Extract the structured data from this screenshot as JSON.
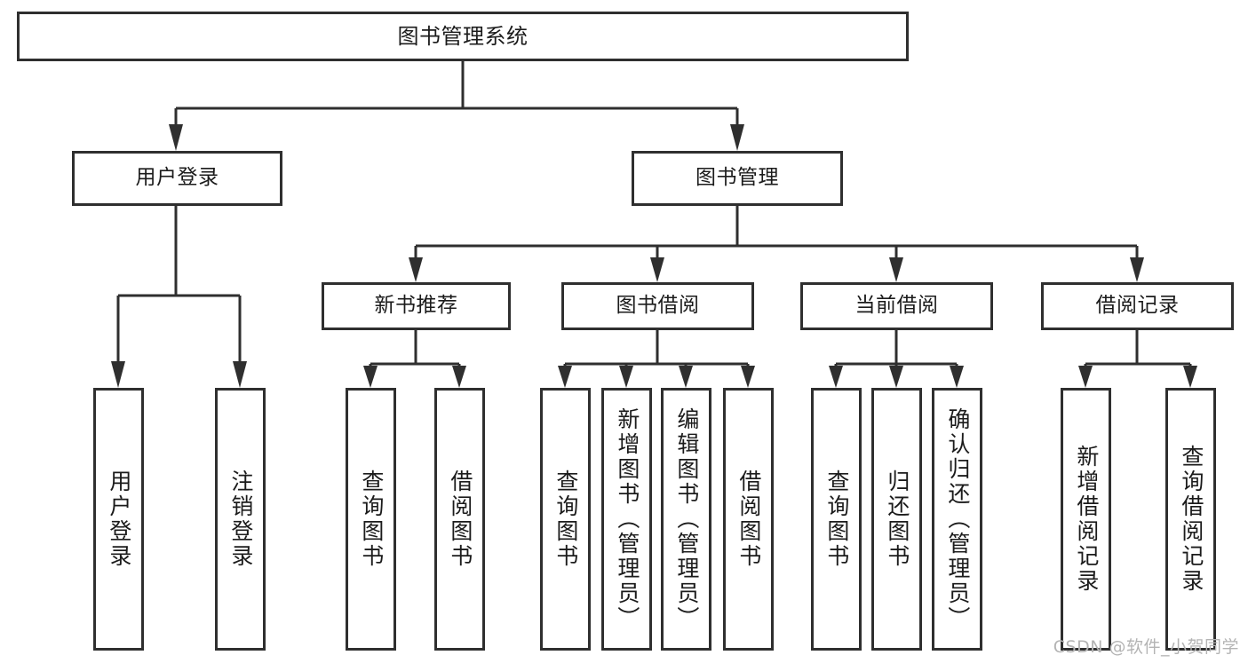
{
  "diagram": {
    "title": "图书管理系统",
    "root": {
      "label": "图书管理系统"
    },
    "branches": [
      {
        "label": "用户登录"
      },
      {
        "label": "图书管理"
      }
    ],
    "groups": [
      {
        "label": "新书推荐"
      },
      {
        "label": "图书借阅"
      },
      {
        "label": "当前借阅"
      },
      {
        "label": "借阅记录"
      }
    ],
    "leaves": {
      "user_login": [
        {
          "label": "用户登录"
        },
        {
          "label": "注销登录"
        }
      ],
      "new_book_recommend": [
        {
          "label": "查询图书"
        },
        {
          "label": "借阅图书"
        }
      ],
      "book_borrow": [
        {
          "label": "查询图书"
        },
        {
          "label": "新增图书（管理员）"
        },
        {
          "label": "编辑图书（管理员）"
        },
        {
          "label": "借阅图书"
        }
      ],
      "current_borrow": [
        {
          "label": "查询图书"
        },
        {
          "label": "归还图书"
        },
        {
          "label": "确认归还（管理员）"
        }
      ],
      "borrow_record": [
        {
          "label": "新增借阅记录"
        },
        {
          "label": "查询借阅记录"
        }
      ]
    }
  },
  "watermark": {
    "text": "CSDN @软件_小贺同学"
  },
  "colors": {
    "stroke": "#2f2f2f",
    "fill": "#ffffff",
    "text": "#1b1b1b",
    "watermark": "#b4b4b4"
  }
}
